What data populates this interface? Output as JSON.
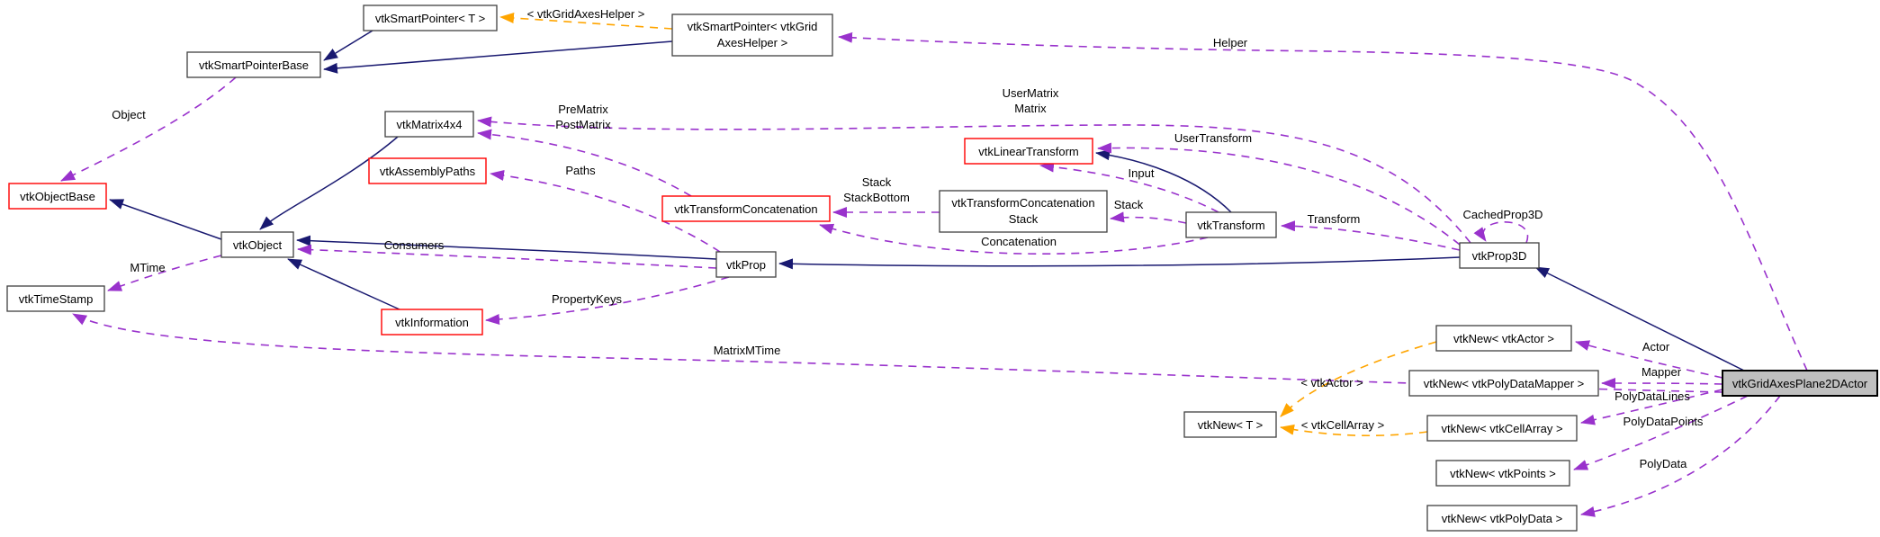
{
  "diagram": {
    "title": "vtkGridAxesPlane2DActor collaboration graph",
    "colors": {
      "inheritance_edge": "#191970",
      "usage_edge": "#9932cc",
      "template_edge": "#ffa500",
      "node_border": "#404040",
      "truncated_node_border": "#ff0000",
      "main_node_fill": "#bfbfbf",
      "background": "#ffffff"
    },
    "nodes": {
      "smartpointer_t": {
        "label": "vtkSmartPointer< T >"
      },
      "smartpointerbase": {
        "label": "vtkSmartPointerBase"
      },
      "smartpointer_gridaxeshelper": {
        "line1": "vtkSmartPointer< vtkGrid",
        "line2": "AxesHelper >"
      },
      "matrix4x4": {
        "label": "vtkMatrix4x4"
      },
      "assemblypaths": {
        "label": "vtkAssemblyPaths"
      },
      "objectbase": {
        "label": "vtkObjectBase"
      },
      "object": {
        "label": "vtkObject"
      },
      "timestamp": {
        "label": "vtkTimeStamp"
      },
      "information": {
        "label": "vtkInformation"
      },
      "transformconcatenation": {
        "label": "vtkTransformConcatenation"
      },
      "lineartransform": {
        "label": "vtkLinearTransform"
      },
      "transformconcatenationstack": {
        "line1": "vtkTransformConcatenation",
        "line2": "Stack"
      },
      "transform": {
        "label": "vtkTransform"
      },
      "prop": {
        "label": "vtkProp"
      },
      "prop3d": {
        "label": "vtkProp3D"
      },
      "new_actor": {
        "label": "vtkNew< vtkActor >"
      },
      "new_polydatamapper": {
        "label": "vtkNew< vtkPolyDataMapper >"
      },
      "new_t": {
        "label": "vtkNew< T >"
      },
      "new_cellarray": {
        "label": "vtkNew< vtkCellArray >"
      },
      "new_points": {
        "label": "vtkNew< vtkPoints >"
      },
      "new_polydata": {
        "label": "vtkNew< vtkPolyData >"
      },
      "gridaxesplane2dactor": {
        "label": "vtkGridAxesPlane2DActor"
      }
    },
    "edge_labels": {
      "template_gridaxeshelper": "< vtkGridAxesHelper >",
      "helper": "Helper",
      "usermatrix": "UserMatrix",
      "matrix": "Matrix",
      "object": "Object",
      "prematrix": "PreMatrix",
      "postmatrix": "PostMatrix",
      "paths": "Paths",
      "mtime": "MTime",
      "consumers": "Consumers",
      "propertykeys": "PropertyKeys",
      "stack_top": "Stack",
      "stackbottom": "StackBottom",
      "input": "Input",
      "usertransform": "UserTransform",
      "stack": "Stack",
      "concatenation": "Concatenation",
      "transform": "Transform",
      "cachedprop3d": "CachedProp3D",
      "matrixmtime": "MatrixMTime",
      "actor": "Actor",
      "mapper": "Mapper",
      "polydatalines": "PolyDataLines",
      "polydatapoints": "PolyDataPoints",
      "polydata": "PolyData",
      "template_actor": "< vtkActor >",
      "template_cellarray": "< vtkCellArray >"
    }
  }
}
